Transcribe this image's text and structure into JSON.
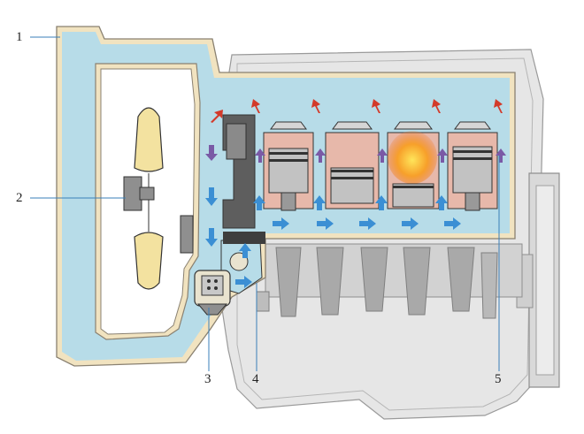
{
  "callouts": [
    {
      "id": "1",
      "label": "1"
    },
    {
      "id": "2",
      "label": "2"
    },
    {
      "id": "3",
      "label": "3"
    },
    {
      "id": "4",
      "label": "4"
    },
    {
      "id": "5",
      "label": "5"
    }
  ],
  "colors": {
    "coolant": "#b7dce8",
    "housing": "#f1e3c0",
    "housing_outline": "#8a8171",
    "engine_block": "#e6e6e6",
    "engine_outline": "#9a9a9a",
    "cylinder_wall": "#e7b8aa",
    "piston": "#c2c2c2",
    "flow_arrow_blue": "#3b8fd4",
    "flow_arrow_red": "#d33a2a",
    "flow_arrow_purple": "#7a5aa6",
    "combustion": "#f5a126"
  },
  "icons": [
    "fan-icon",
    "water-pump-icon",
    "thermostat-icon",
    "piston-icon",
    "flow-arrow-icon"
  ]
}
